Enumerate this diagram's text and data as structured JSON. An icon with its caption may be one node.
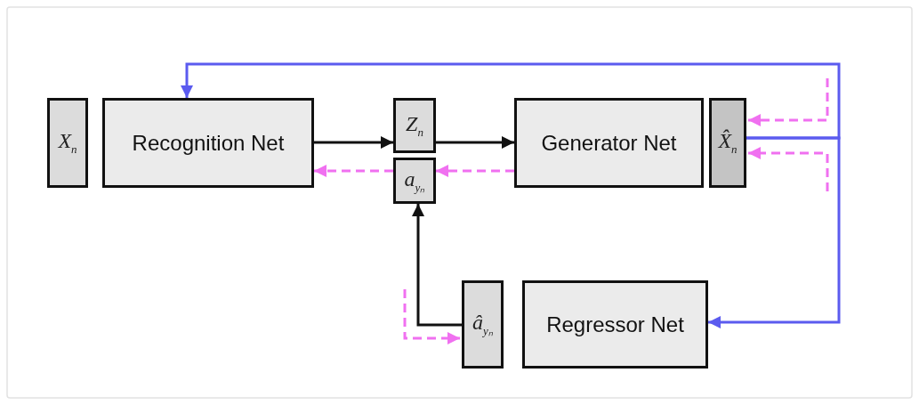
{
  "diagram": {
    "nodes": [
      {
        "text": [
          "X$_{n}$"
        ]
      },
      {
        "text": [
          "Recognition Net"
        ]
      },
      {
        "text": [
          "Z$_{n}$"
        ]
      },
      {
        "text": [
          "a$_{yₙ}$"
        ]
      },
      {
        "text": [
          "Generator Net"
        ]
      },
      {
        "text": [
          "X̂$_{n}$"
        ]
      },
      {
        "text": [
          "â$_{yₙ}$"
        ]
      },
      {
        "text": [
          "Regressor Net"
        ]
      }
    ],
    "edges": [
      {
        "from": 1,
        "to": 2,
        "arrow": "to",
        "color": "#111111"
      },
      {
        "from": 2,
        "to": 4,
        "arrow": "to",
        "color": "#111111"
      },
      {
        "from": 4,
        "to": 3,
        "arrow": "to",
        "style": "dashed",
        "color": "#f070f0"
      },
      {
        "from": 3,
        "to": 1,
        "arrow": "to",
        "style": "dashed",
        "color": "#f070f0"
      },
      {
        "from": 6,
        "to": 3,
        "arrow": "to",
        "color": "#111111"
      },
      {
        "from": 5,
        "to": 1,
        "arrow": "to",
        "color": "#5b5bef"
      },
      {
        "from": 5,
        "to": 7,
        "arrow": "to",
        "color": "#5b5bef"
      },
      {
        "from": null,
        "to": 5,
        "arrow": "to",
        "style": "dashed",
        "color": "#f070f0"
      },
      {
        "from": null,
        "to": 5,
        "arrow": "to",
        "style": "dashed",
        "color": "#f070f0"
      },
      {
        "from": null,
        "to": 6,
        "arrow": "to",
        "style": "dashed",
        "color": "#f070f0"
      }
    ]
  }
}
